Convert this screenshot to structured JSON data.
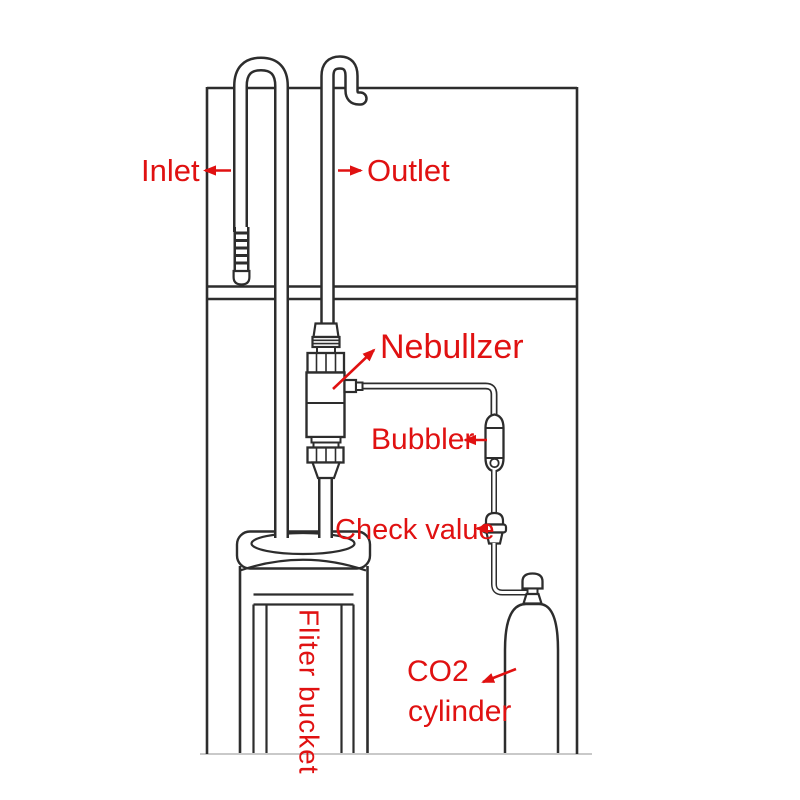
{
  "colors": {
    "accent": "#e01111",
    "line": "#2d2d2d",
    "baseline": "#c9c9c9",
    "background": "#ffffff"
  },
  "diagram": {
    "description": "Aquarium CO2 inline atomizer schematic line drawing",
    "components": [
      "tank-outline",
      "inlet-pipe",
      "outlet-pipe",
      "nebulizer-assembly",
      "co2-tubing",
      "bubble-counter",
      "check-valve",
      "co2-cylinder",
      "filter-bucket"
    ],
    "labels": {
      "inlet": "Inlet",
      "outlet": "Outlet",
      "nebulizer": "Nebullzer",
      "bubbler": "Bubbler",
      "check_valve": "Check value",
      "filter_bucket": "Fliter bucket",
      "co2_line1": "CO2",
      "co2_line2": "cylinder"
    }
  }
}
